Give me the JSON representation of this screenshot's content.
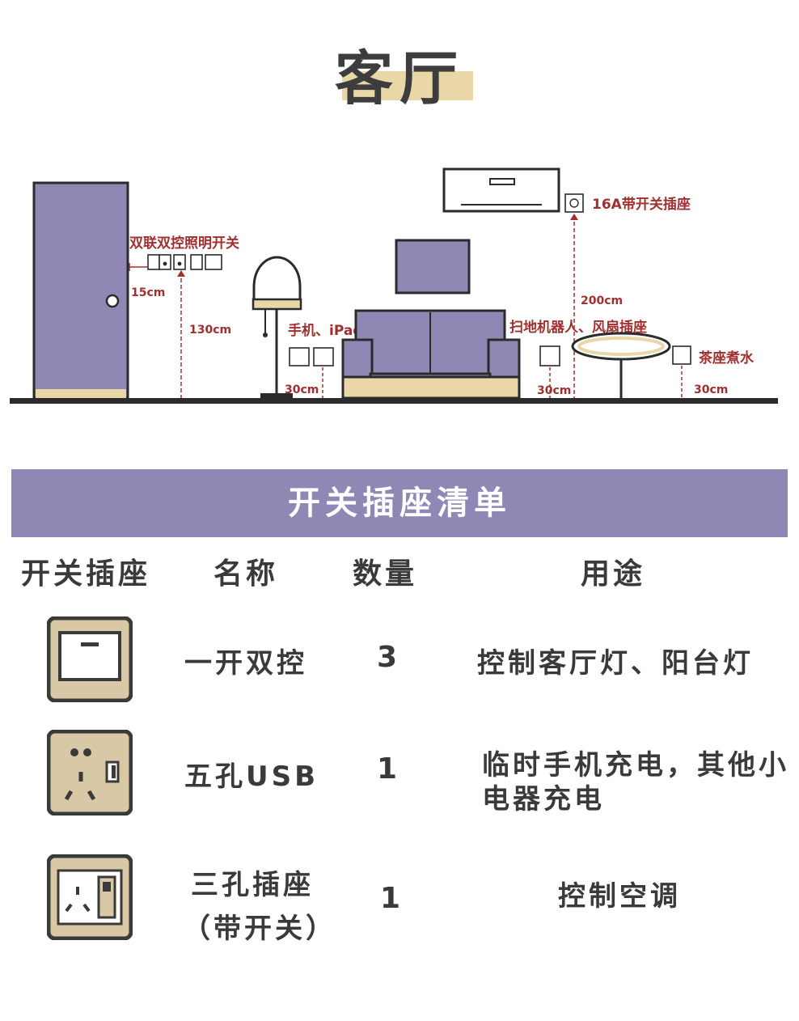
{
  "title": "客厅",
  "labels": {
    "switch_double": "双联双控照明开关",
    "h15": "15cm",
    "h130": "130cm",
    "phone_outlets": "手机、iPad、台灯电源",
    "h30a": "30cm",
    "socket16a": "16A带开关插座",
    "h200": "200cm",
    "sweeper": "扫地机器人、风扇插座",
    "h30b": "30cm",
    "tea": "茶座煮水",
    "h30c": "30cm"
  },
  "colors": {
    "purple": "#8f88b4",
    "beige": "#e9d7a8",
    "socket_fill": "#d8c8a6",
    "dark": "#3a3a3a",
    "red": "#a03030"
  },
  "list": {
    "banner": "开关插座清单",
    "headers": [
      "开关插座",
      "名称",
      "数量",
      "用途"
    ],
    "rows": [
      {
        "icon": "one-gang-switch-icon",
        "name": "一开双控",
        "qty": "3",
        "use_lines": [
          "控制客厅灯、阳台灯"
        ]
      },
      {
        "icon": "five-hole-usb-socket-icon",
        "name": "五孔USB",
        "qty": "1",
        "use_lines": [
          "临时手机充电，其他小",
          "电器充电"
        ]
      },
      {
        "icon": "three-hole-switched-socket-icon",
        "name_lines": [
          "三孔插座",
          "（带开关）"
        ],
        "qty": "1",
        "use_lines": [
          "控制空调"
        ]
      }
    ]
  }
}
